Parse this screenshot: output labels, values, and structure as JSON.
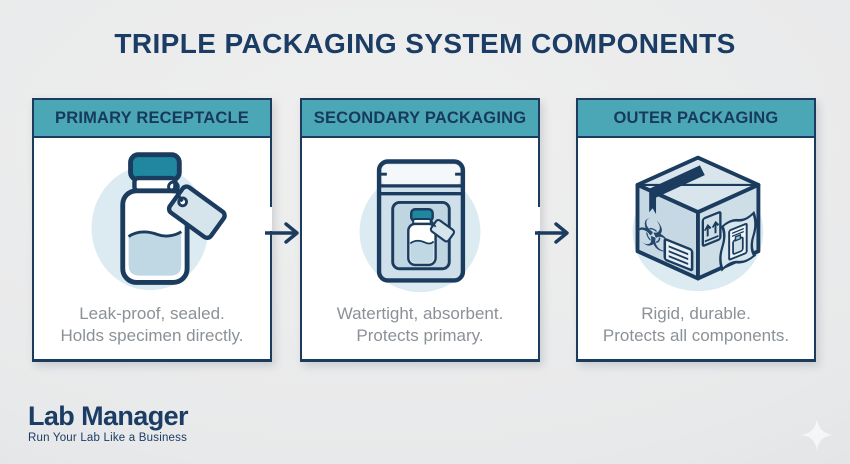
{
  "title": "TRIPLE PACKAGING SYSTEM COMPONENTS",
  "cards": [
    {
      "header": "PRIMARY RECEPTACLE",
      "icon": "vial-with-tag",
      "caption_line1": "Leak-proof, sealed.",
      "caption_line2": "Holds specimen directly."
    },
    {
      "header": "SECONDARY PACKAGING",
      "icon": "specimen-bag",
      "caption_line1": "Watertight, absorbent.",
      "caption_line2": "Protects primary."
    },
    {
      "header": "OUTER PACKAGING",
      "icon": "shipping-box",
      "caption_line1": "Rigid, durable.",
      "caption_line2": "Protects all components."
    }
  ],
  "footer": {
    "logo": "Lab Manager",
    "tagline": "Run Your Lab Like a Business"
  },
  "colors": {
    "navy": "#1b3c5e",
    "teal": "#4ba6b6",
    "caption_gray": "#8b9196",
    "circle_blue": "#dcebf2",
    "background_gray": "#e8e9ea"
  }
}
